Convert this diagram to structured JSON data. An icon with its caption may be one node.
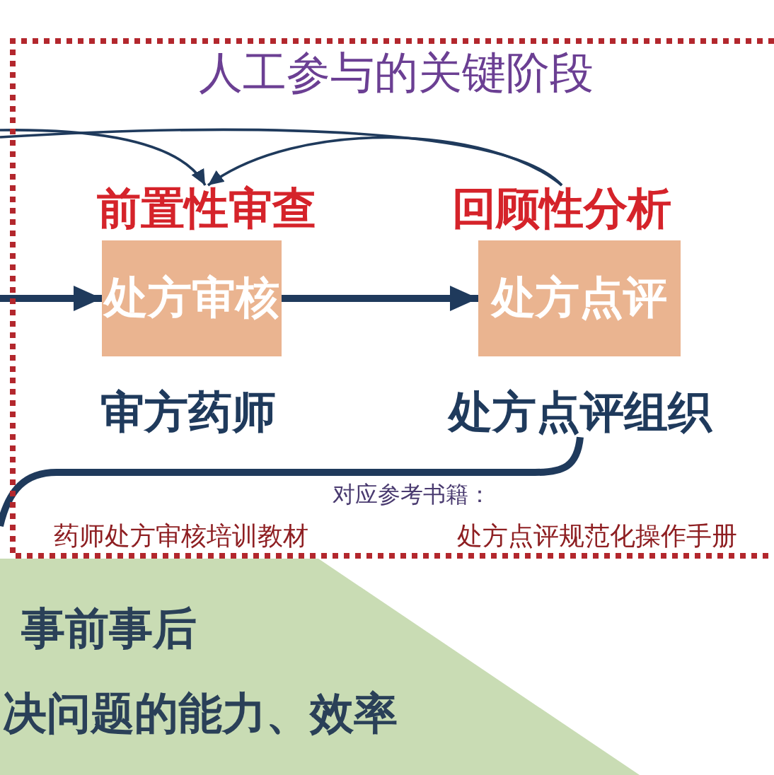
{
  "diagram": {
    "nodes": [
      {
        "text": [
          "人工参与的关键阶段"
        ]
      },
      {
        "text": [
          "前置性审查"
        ],
        "in": 0
      },
      {
        "text": [
          "回顾性分析"
        ],
        "in": 0
      },
      {
        "text": [
          "处方审核"
        ],
        "in": 0
      },
      {
        "text": [
          "处方点评"
        ],
        "in": 0
      },
      {
        "text": [
          "审方药师"
        ],
        "in": 0
      },
      {
        "text": [
          "处方点评组织"
        ],
        "in": 0
      },
      {
        "text": [
          "事前事后",
          "决问题的能力、效率"
        ]
      }
    ],
    "edges": [
      {
        "from": null,
        "to": 1,
        "arrow": "to"
      },
      {
        "from": 2,
        "to": 1,
        "arrow": "to"
      },
      {
        "from": null,
        "to": 2,
        "arrow": "none"
      },
      {
        "from": null,
        "to": 3,
        "arrow": "to",
        "style": "thick"
      },
      {
        "from": 3,
        "to": 4,
        "arrow": "to",
        "style": "thick"
      },
      {
        "from": 6,
        "to": null,
        "arrow": "none",
        "style": "thick"
      }
    ],
    "labels": [
      "对应参考书籍：",
      "药师处方审核培训教材",
      "处方点评规范化操作手册"
    ]
  }
}
